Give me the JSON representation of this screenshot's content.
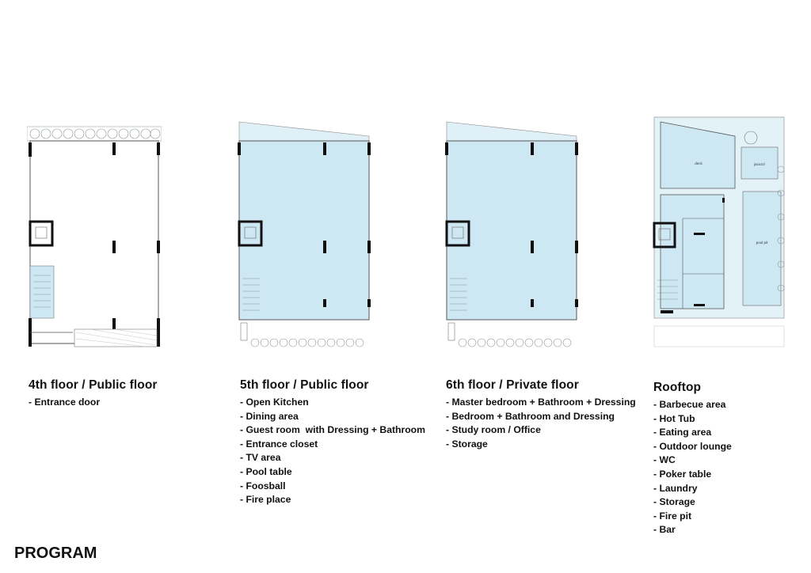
{
  "page_title": "PROGRAM",
  "floors": [
    {
      "title": "4th floor / Public floor",
      "items": [
        "- Entrance door"
      ]
    },
    {
      "title": "5th floor / Public floor",
      "items": [
        "- Open Kitchen",
        "- Dining area",
        "- Guest room  with Dressing + Bathroom",
        "- Entrance closet",
        "- TV area",
        "- Pool table",
        "- Foosball",
        "- Fire place"
      ]
    },
    {
      "title": "6th floor / Private floor",
      "items": [
        "- Master bedroom + Bathroom + Dressing",
        "- Bedroom + Bathroom and Dressing",
        "- Study room / Office",
        "- Storage"
      ]
    },
    {
      "title": "Rooftop",
      "items": [
        "- Barbecue area",
        "- Hot Tub",
        "- Eating area",
        "- Outdoor lounge",
        "- WC",
        "- Poker table",
        "- Laundry",
        "- Storage",
        "- Fire pit",
        "- Bar"
      ]
    }
  ],
  "rooftop_labels": {
    "deck": "deck",
    "jacuzzi": "jacuzzi",
    "pool_pit": "pool pit"
  },
  "colors": {
    "fill": "#cde8f2",
    "wall": "#111111",
    "line": "#9aa4aa"
  }
}
